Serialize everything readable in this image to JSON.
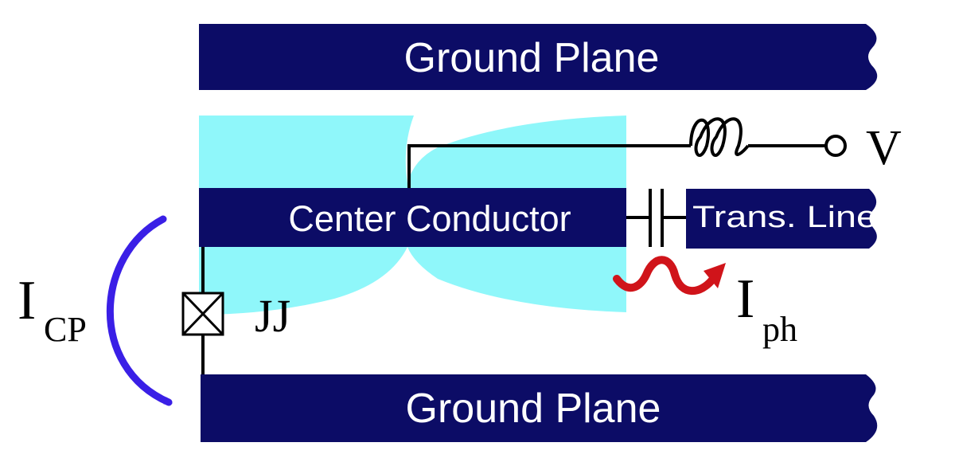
{
  "labels": {
    "ground_plane_top": "Ground Plane",
    "ground_plane_bottom": "Ground Plane",
    "center_conductor": "Center Conductor",
    "trans_line": "Trans. Line",
    "voltage": "V",
    "junction": "JJ",
    "icp_main": "I",
    "icp_sub": "CP",
    "iph_main": "I",
    "iph_sub": "ph"
  },
  "colors": {
    "conductor": "#0c0c66",
    "capacitor_region": "#8ff7fa",
    "wire": "#000000",
    "icp_arrow": "#3a1fe6",
    "iph_arrow": "#d0141a",
    "text_on_conductor": "#ffffff"
  },
  "icons": {
    "inductor": "inductor-coil-icon",
    "terminal": "terminal-circle-icon",
    "capacitor": "capacitor-icon",
    "josephson_junction": "josephson-junction-icon",
    "photon": "photon-wave-arrow-icon",
    "current": "curved-current-arrow-icon"
  }
}
